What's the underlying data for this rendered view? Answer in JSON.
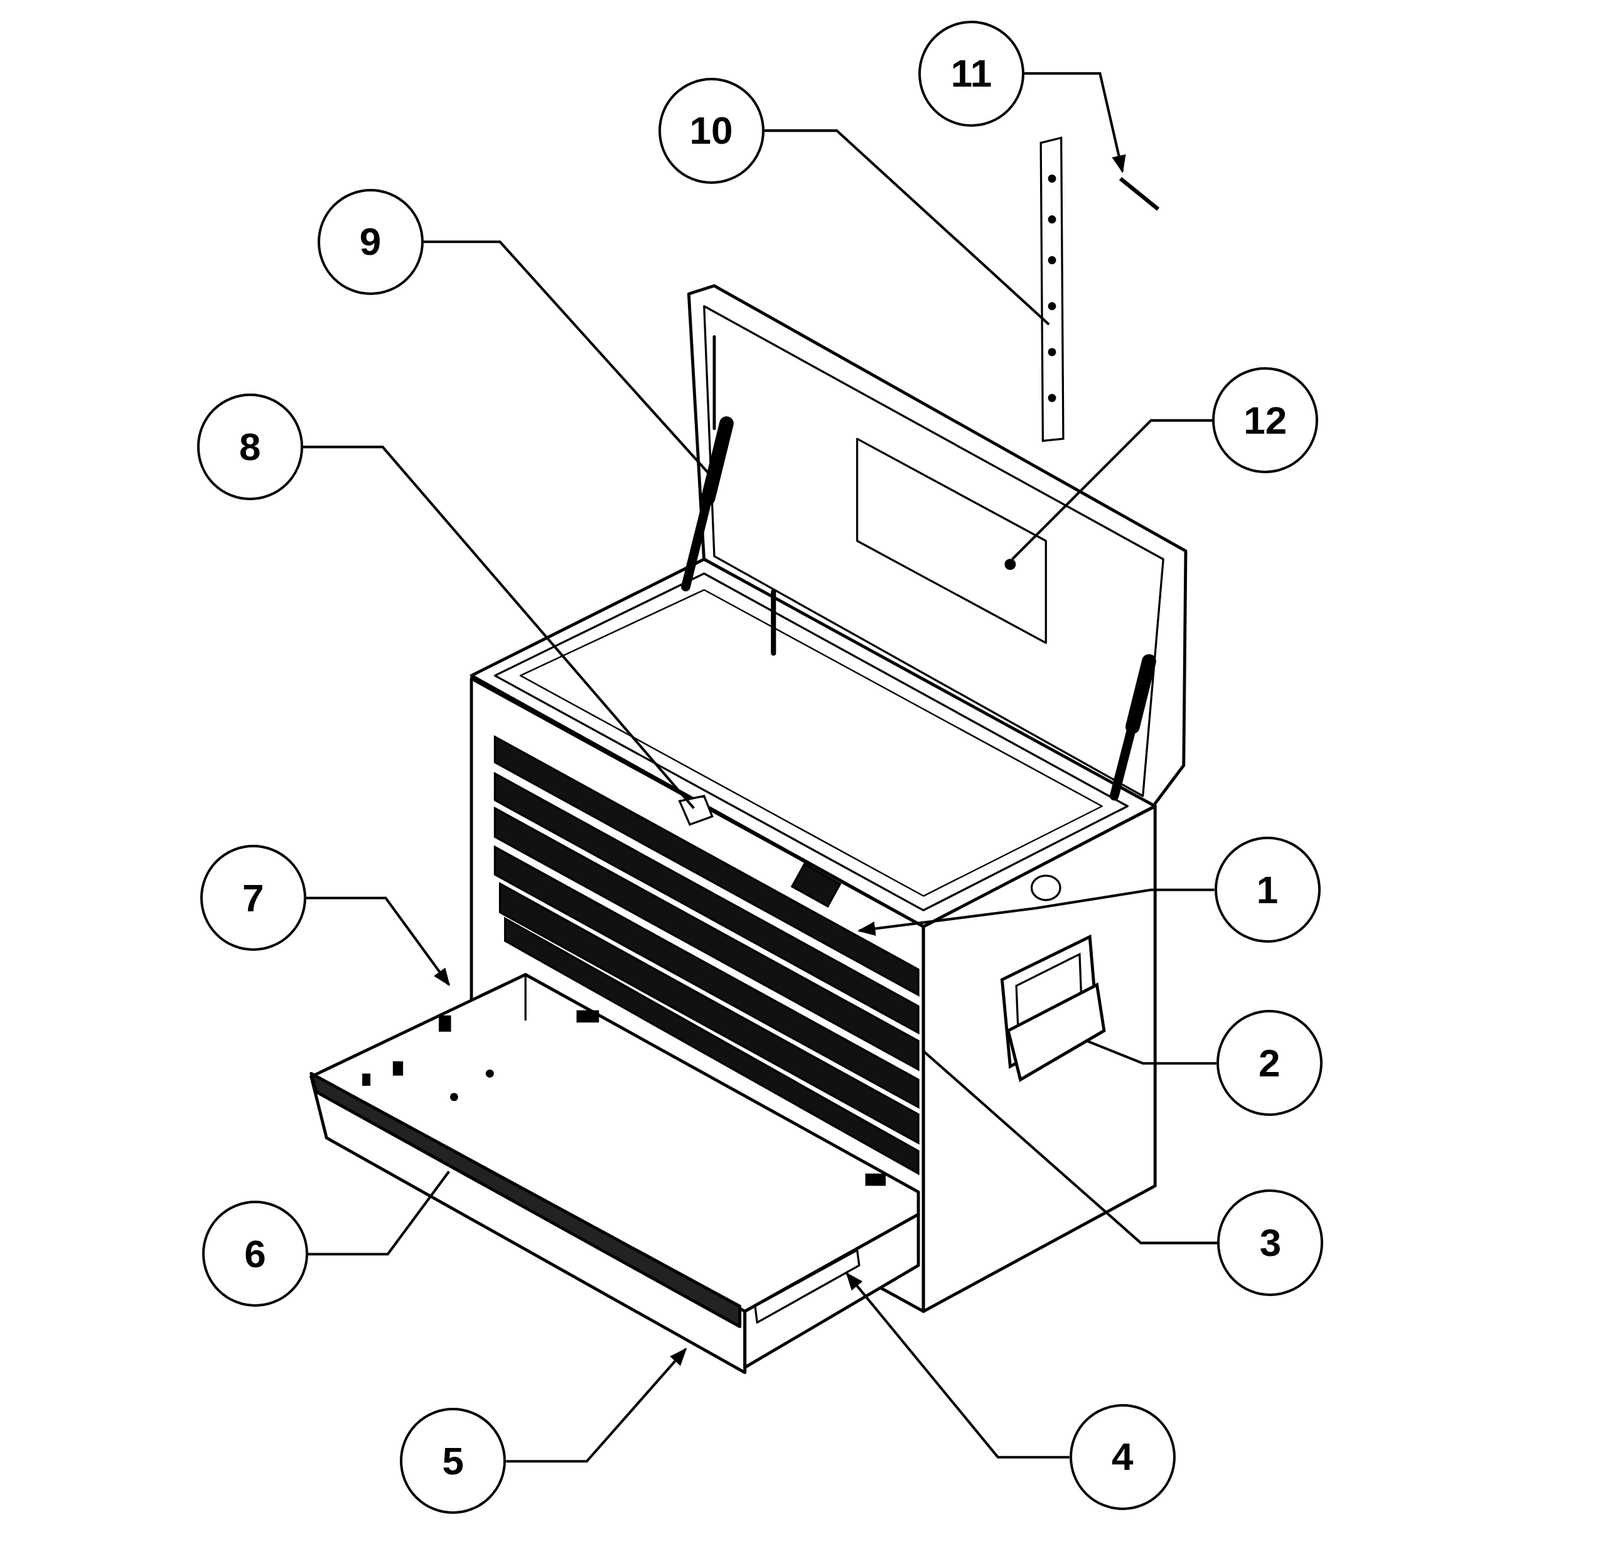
{
  "diagram": {
    "nodes": [
      {
        "text": [
          "11"
        ]
      },
      {
        "text": [
          "10"
        ]
      },
      {
        "text": [
          "9"
        ]
      },
      {
        "text": [
          "12"
        ]
      },
      {
        "text": [
          "8"
        ]
      },
      {
        "text": [
          "7"
        ]
      },
      {
        "text": [
          "1"
        ]
      },
      {
        "text": [
          "2"
        ]
      },
      {
        "text": [
          "6"
        ]
      },
      {
        "text": [
          "3"
        ]
      },
      {
        "text": [
          "5"
        ]
      },
      {
        "text": [
          "4"
        ]
      }
    ]
  }
}
